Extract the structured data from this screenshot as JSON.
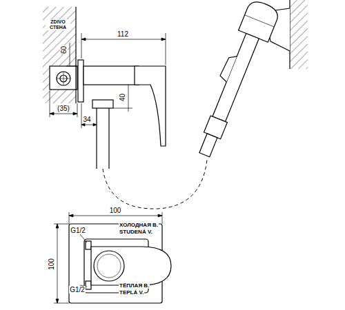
{
  "diagram": {
    "labels": [
      "ZDIVO СТЕНА",
      "112",
      "60",
      "40",
      "(35)",
      "34",
      "100",
      "G1/2",
      "ХОЛОДНАЯ В.",
      "STUDENÁ V.",
      "100",
      "G1/2",
      "ТЁПЛАЯ В.",
      "TEPLÁ V."
    ]
  }
}
